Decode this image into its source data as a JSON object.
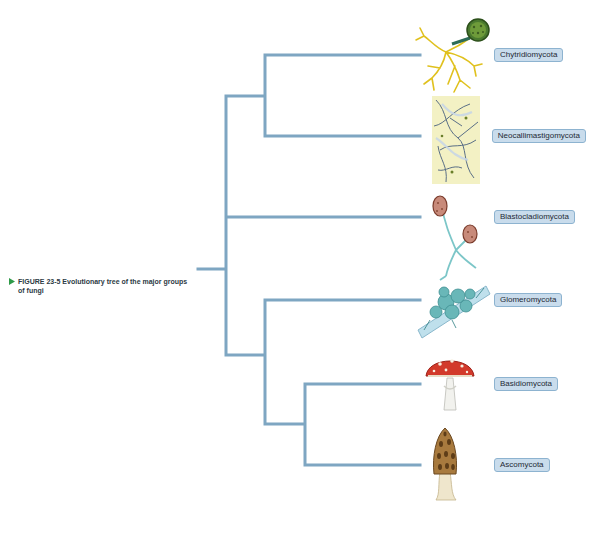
{
  "diagram": {
    "caption": "FIGURE 23-5 Evolutionary tree of the major groups of fungi",
    "nodes": [
      {
        "text": [
          "Chytridiomycota"
        ]
      },
      {
        "text": [
          "Neocallimastigomycota"
        ]
      },
      {
        "text": [
          "Blastocladiomycota"
        ]
      },
      {
        "text": [
          "Glomeromycota"
        ]
      },
      {
        "text": [
          "Basidiomycota"
        ]
      },
      {
        "text": [
          "Ascomycota"
        ]
      }
    ]
  }
}
